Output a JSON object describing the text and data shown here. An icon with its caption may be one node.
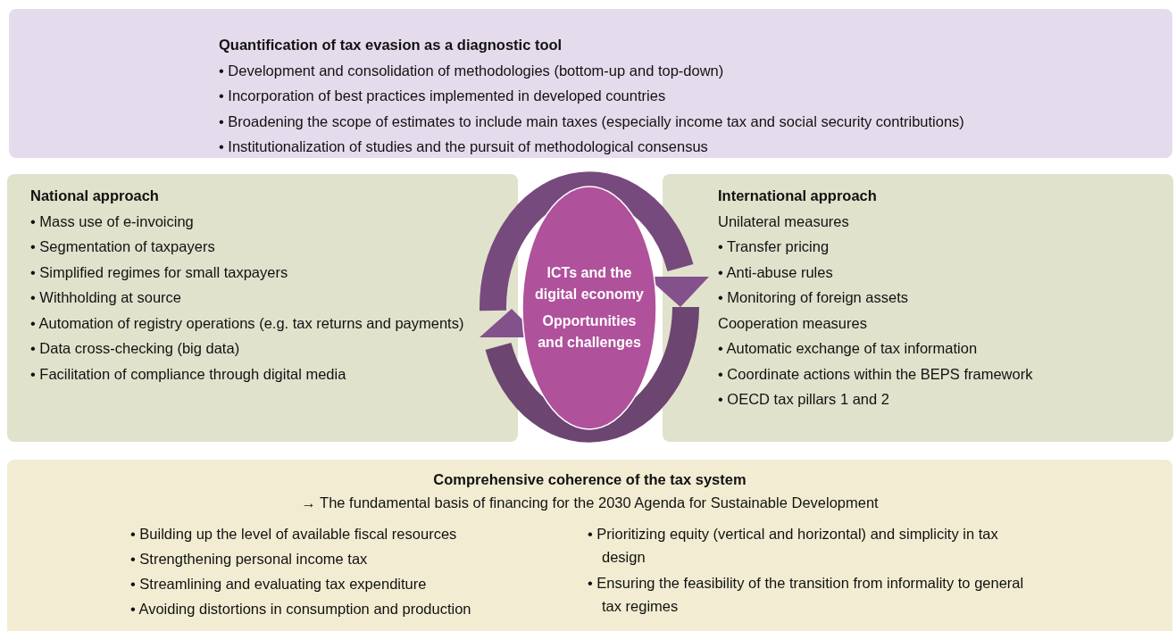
{
  "diagram": {
    "nodes": [
      {
        "text": [
          "Quantification of tax evasion as a diagnostic tool",
          "• Development and consolidation of methodologies (bottom-up and top-down)",
          "• Incorporation of best practices implemented in developed countries",
          "• Broadening the scope of estimates to include main taxes (especially income tax and social security contributions)",
          "• Institutionalization of studies and the pursuit of methodological consensus"
        ]
      },
      {
        "text": [
          "National approach",
          "• Mass use of e-invoicing",
          "• Segmentation of taxpayers",
          "• Simplified regimes for small taxpayers",
          "• Withholding at source",
          "• Automation of registry operations (e.g. tax returns and payments)",
          "• Data cross-checking (big data)",
          "• Facilitation of compliance through digital media"
        ]
      },
      {
        "text": [
          "ICTs and the digital economy",
          "Opportunities and challenges"
        ]
      },
      {
        "text": [
          "International approach",
          "Unilateral measures",
          "• Transfer pricing",
          "• Anti-abuse rules",
          "• Monitoring of foreign assets",
          "Cooperation measures",
          "• Automatic exchange of tax information",
          "• Coordinate actions within the BEPS framework",
          "• OECD tax pillars 1 and 2"
        ]
      },
      {
        "text": [
          "Comprehensive coherence of the tax system",
          "→ The fundamental basis of financing for the 2030 Agenda for Sustainable Development",
          "• Building up the level of available fiscal resources",
          "• Strengthening personal income tax",
          "• Streamlining and evaluating tax expenditure",
          "• Avoiding distortions in consumption and production",
          "• Prioritizing equity (vertical and horizontal) and simplicity in tax design",
          "• Ensuring the feasibility of the transition from informality to general tax regimes"
        ]
      }
    ]
  }
}
